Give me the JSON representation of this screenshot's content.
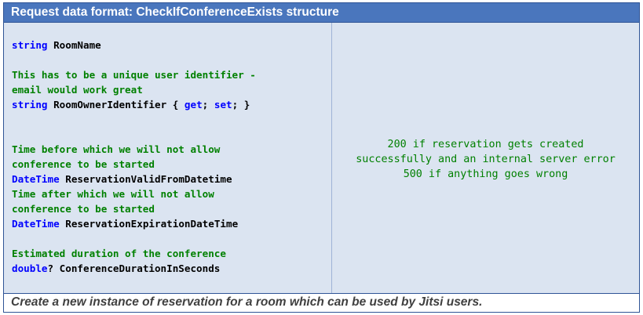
{
  "header": {
    "title": "Request data format: CheckIfConferenceExists structure"
  },
  "request": {
    "room_name": {
      "type": "string",
      "name": "RoomName"
    },
    "room_owner": {
      "comment_line1": "This has to be a unique user identifier -",
      "comment_line2": "email would work great",
      "type": "string",
      "name": "RoomOwnerIdentifier {",
      "accessor_get": "get",
      "semicolon1": ";",
      "accessor_set": "set",
      "closing": "; }"
    },
    "valid_from": {
      "comment_line1": "Time before which we will not allow",
      "comment_line2": "conference to be started",
      "type": "DateTime",
      "name": "ReservationValidFromDatetime"
    },
    "expiration": {
      "comment_line1": "Time after which we will not allow",
      "comment_line2": "conference to be started",
      "type": "DateTime",
      "name": "ReservationExpirationDateTime"
    },
    "duration": {
      "comment_line1": "Estimated duration of the conference",
      "type": "double",
      "name": "? ConferenceDurationInSeconds"
    }
  },
  "response": {
    "line1": "200 if reservation gets created",
    "line2": "successfully and an internal server error",
    "line3": "500 if anything goes wrong"
  },
  "footer": {
    "description": "Create a new instance of reservation for a room which can be used by Jitsi users."
  }
}
